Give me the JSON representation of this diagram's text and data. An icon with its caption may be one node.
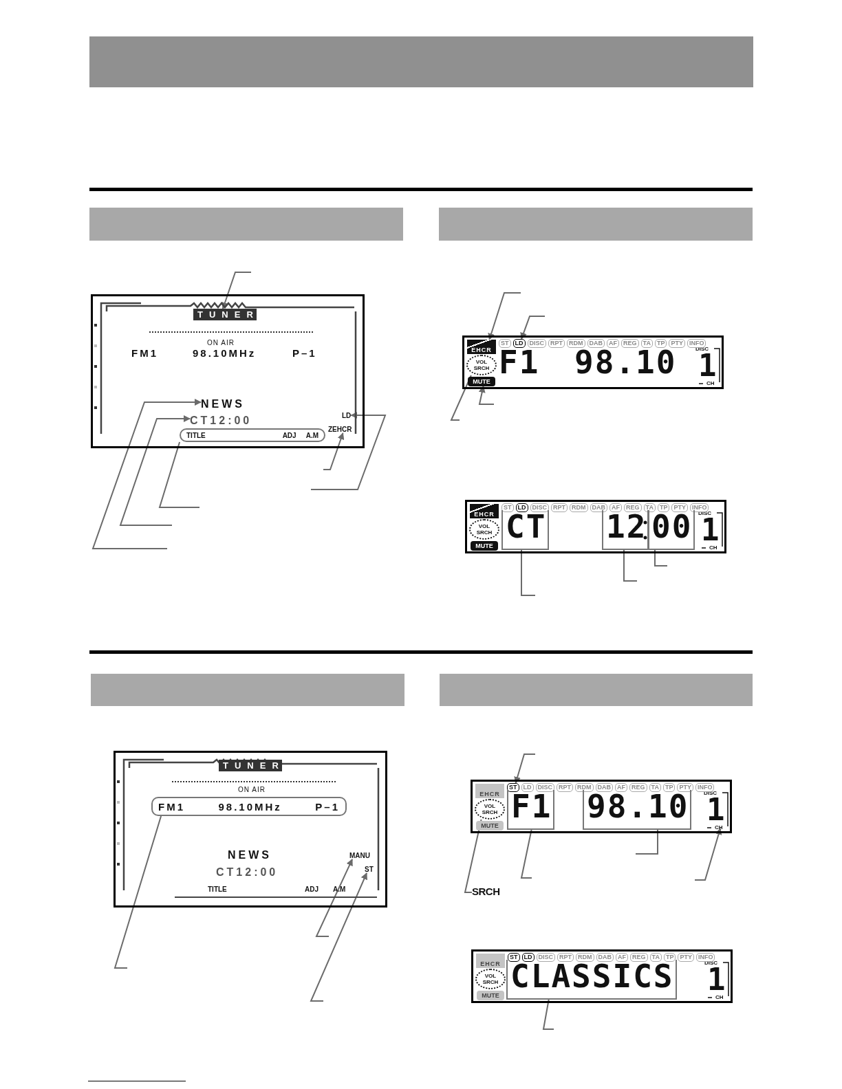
{
  "diagram": {
    "nodes": [
      {
        "text": [],
        "shape": "box"
      },
      {
        "text": [
          "TUNER"
        ],
        "in": 0
      },
      {
        "text": [
          "NEWS"
        ],
        "in": 0
      },
      {
        "text": [
          "CT12:00"
        ],
        "in": 0
      },
      {
        "text": [
          "TITLE",
          "ADJ",
          "A.M"
        ],
        "in": 0
      },
      {
        "text": [
          "LD"
        ],
        "in": 0
      },
      {
        "text": [
          "ZEHCR"
        ],
        "in": 0
      },
      {
        "text": [],
        "shape": "box"
      },
      {
        "text": [
          "EHCR"
        ],
        "in": 7
      },
      {
        "text": [
          "LD"
        ],
        "in": 7
      },
      {
        "text": [
          "VOL",
          "SRCH"
        ],
        "in": 7
      },
      {
        "text": [
          "MUTE"
        ],
        "in": 7
      },
      {
        "text": [],
        "shape": "box"
      },
      {
        "text": [
          "CT"
        ],
        "in": 12
      },
      {
        "text": [
          "12"
        ],
        "in": 12
      },
      {
        "text": [
          "00"
        ],
        "in": 12
      },
      {
        "text": [],
        "shape": "box"
      },
      {
        "text": [
          "FM1",
          "98.10MHz",
          "P–1"
        ],
        "in": 16
      },
      {
        "text": [
          "MANU"
        ],
        "in": 16
      },
      {
        "text": [
          "ST"
        ],
        "in": 16
      },
      {
        "text": [],
        "shape": "box"
      },
      {
        "text": [
          "ST"
        ],
        "in": 20
      },
      {
        "text": [
          "VOL",
          "SRCH"
        ],
        "in": 20
      },
      {
        "text": [
          "F1"
        ],
        "in": 20
      },
      {
        "text": [
          "98.10"
        ],
        "in": 20
      },
      {
        "text": [
          "1"
        ],
        "in": 20
      },
      {
        "text": [
          "SRCH"
        ]
      },
      {
        "text": [],
        "shape": "box"
      },
      {
        "text": [
          "CLASSICS"
        ],
        "in": 27
      },
      {
        "text": [
          "EHCR"
        ],
        "in": 12
      },
      {
        "text": [
          "VOL",
          "SRCH"
        ],
        "in": 12
      },
      {
        "text": [
          "MUTE"
        ],
        "in": 12
      },
      {
        "text": [
          "TUNER"
        ],
        "in": 16
      },
      {
        "text": [
          "EHCR"
        ],
        "in": 20
      },
      {
        "text": [
          "MUTE"
        ],
        "in": 20
      },
      {
        "text": [
          "EHCR"
        ],
        "in": 27
      },
      {
        "text": [
          "VOL",
          "SRCH"
        ],
        "in": 27
      },
      {
        "text": [
          "MUTE"
        ],
        "in": 27
      },
      {
        "text": [],
        "shape": "bar"
      },
      {
        "text": [],
        "shape": "bar"
      },
      {
        "text": [],
        "shape": "bar"
      },
      {
        "text": [],
        "shape": "bar"
      }
    ],
    "edges": [
      {
        "from": null,
        "to": 1,
        "arrow": "to"
      },
      {
        "from": null,
        "to": 2,
        "arrow": "to"
      },
      {
        "from": null,
        "to": 3,
        "arrow": "to"
      },
      {
        "from": null,
        "to": 4,
        "arrow": "none"
      },
      {
        "from": null,
        "to": 6,
        "arrow": "to"
      },
      {
        "from": null,
        "to": 5,
        "arrow": "to"
      },
      {
        "from": null,
        "to": 8,
        "arrow": "to"
      },
      {
        "from": null,
        "to": 9,
        "arrow": "to"
      },
      {
        "from": null,
        "to": 10,
        "arrow": "none"
      },
      {
        "from": null,
        "to": 11,
        "arrow": "to"
      },
      {
        "from": null,
        "to": 13,
        "arrow": "none"
      },
      {
        "from": null,
        "to": 14,
        "arrow": "none"
      },
      {
        "from": null,
        "to": 15,
        "arrow": "none"
      },
      {
        "from": null,
        "to": 17,
        "arrow": "none"
      },
      {
        "from": null,
        "to": 18,
        "arrow": "to"
      },
      {
        "from": null,
        "to": 19,
        "arrow": "to"
      },
      {
        "from": null,
        "to": 21,
        "arrow": "to"
      },
      {
        "from": null,
        "to": 23,
        "arrow": "none"
      },
      {
        "from": null,
        "to": 24,
        "arrow": "none"
      },
      {
        "from": null,
        "to": 25,
        "arrow": "to"
      },
      {
        "from": 26,
        "to": 22,
        "arrow": "none"
      },
      {
        "from": null,
        "to": 28,
        "arrow": "none"
      }
    ],
    "labels": [
      "ON AIR",
      "FM1",
      "98.10MHz",
      "P–1",
      "ST",
      "DISC",
      "RPT",
      "RDM",
      "DAB",
      "AF",
      "REG",
      "TA",
      "TP",
      "PTY",
      "INFO",
      "F1",
      "98.10",
      "DISC",
      "1",
      "CH",
      "ST",
      "LD",
      "DISC",
      "RPT",
      "RDM",
      "DAB",
      "AF",
      "REG",
      "TA",
      "TP",
      "PTY",
      "INFO",
      "DISC",
      "1",
      "CH",
      "ON AIR",
      "NEWS",
      "CT12:00",
      "TITLE",
      "ADJ",
      "A.M",
      "LD",
      "DISC",
      "RPT",
      "RDM",
      "DAB",
      "AF",
      "REG",
      "TA",
      "TP",
      "PTY",
      "INFO",
      "DISC",
      "CH",
      "ST",
      "LD",
      "DISC",
      "RPT",
      "RDM",
      "DAB",
      "AF",
      "REG",
      "TA",
      "TP",
      "PTY",
      "INFO",
      "DISC",
      "1",
      "CH"
    ]
  }
}
